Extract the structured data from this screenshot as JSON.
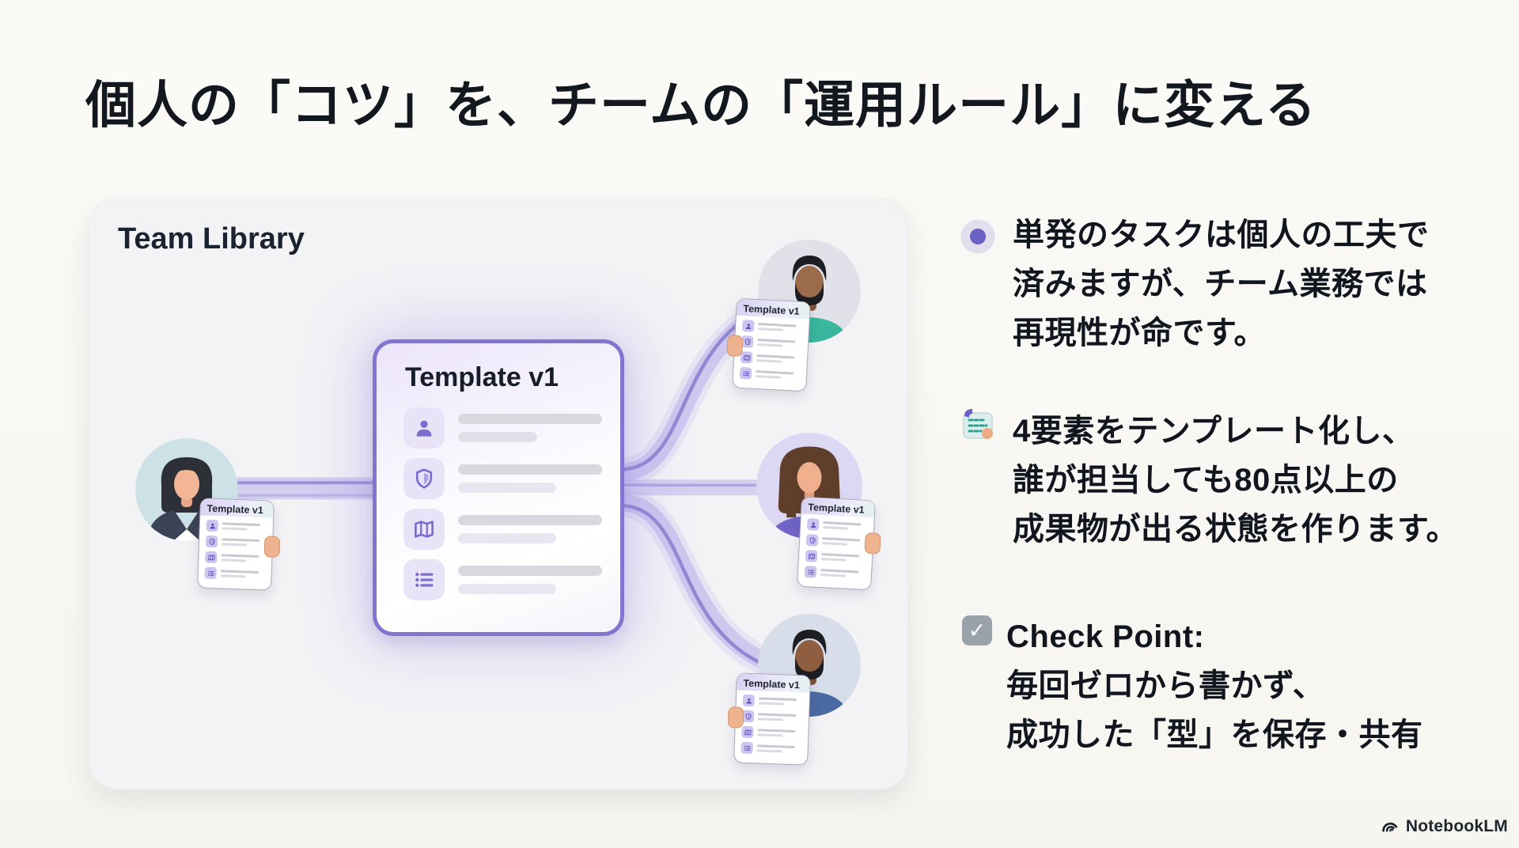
{
  "title": "個人の「コツ」を、チームの「運用ルール」に変える",
  "diagram": {
    "panel_title": "Team Library",
    "template_card": {
      "title": "Template v1",
      "row_icons": [
        "user-icon",
        "shield-icon",
        "map-icon",
        "list-icon"
      ]
    },
    "mini_card_title": "Template v1",
    "avatars": [
      "woman-dark-bob",
      "man-beard-teal-shirt",
      "woman-brown-hair-purple-top",
      "man-beard-blue-shirt"
    ]
  },
  "bullets": [
    {
      "icon": "bullet-dot-icon",
      "text": "単発のタスクは個人の工夫で\n済みますが、チーム業務では\n再現性が命です。"
    },
    {
      "icon": "template-doc-icon",
      "text": "4要素をテンプレート化し、\n誰が担当しても80点以上の\n成果物が出る状態を作ります。"
    },
    {
      "icon": "checkbox-icon",
      "glyph": "✓",
      "text": "Check Point:\n毎回ゼロから書かず、\n成功した「型」を保存・共有"
    }
  ],
  "footer": {
    "brand": "NotebookLM"
  },
  "colors": {
    "accent_purple": "#7b6ccd",
    "ribbon_light": "#cdc3ee",
    "ribbon_dark": "#8f80d2",
    "panel_bg": "#f3f3f6",
    "page_bg": "#f8f6f2",
    "text_dark": "#10151e",
    "teal_shirt": "#38b69e",
    "purple_top": "#7064c8",
    "blue_shirt": "#4a6aa2"
  }
}
